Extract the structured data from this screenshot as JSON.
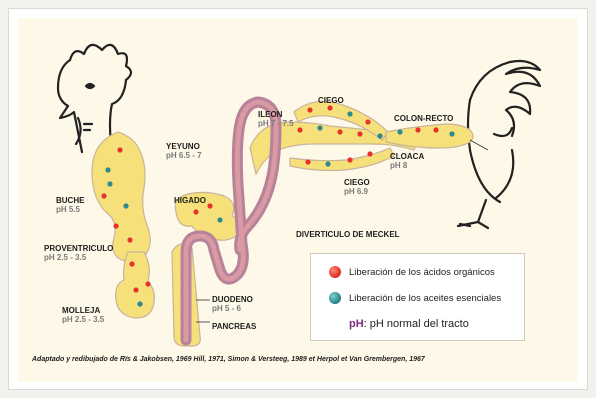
{
  "labels": {
    "buche": {
      "name": "BUCHE",
      "ph": "pH 5.5"
    },
    "proventriculo": {
      "name": "PROVENTRICULO",
      "ph": "pH 2.5 - 3.5"
    },
    "molleja": {
      "name": "MOLLEJA",
      "ph": "pH 2.5 - 3.5"
    },
    "higado": {
      "name": "HIGADO"
    },
    "yeyuno": {
      "name": "YEYUNO",
      "ph": "pH 6.5 - 7"
    },
    "ileon": {
      "name": "ILEON",
      "ph": "pH 7 - 7.5"
    },
    "ciego_top": {
      "name": "CIEGO"
    },
    "ciego_bottom": {
      "name": "CIEGO",
      "ph": "pH 6.9"
    },
    "colon_recto": {
      "name": "COLON-RECTO"
    },
    "cloaca": {
      "name": "CLOACA",
      "ph": "pH 8"
    },
    "diverticulo": {
      "name": "DIVERTICULO DE MECKEL"
    },
    "duodeno": {
      "name": "DUODENO",
      "ph": "pH 5 - 6"
    },
    "pancreas": {
      "name": "PANCREAS"
    }
  },
  "legend": {
    "organic_acids": "Liberación de los ácidos orgánicos",
    "essential_oils": "Liberación de los aceites esenciales",
    "ph_symbol": "pH",
    "ph_text": ": pH normal del tracto"
  },
  "source": "Adaptado y redibujado de Rïs & Jakobsen, 1969 Hill, 1971, Simon & Versteeg, 1989 et Herpol et Van Grembergen, 1967",
  "colors": {
    "panel": "#fdf8e7",
    "tract_fill": "#f6e07a",
    "tract_stroke": "#c9b49a",
    "acid_dot": "#e5342b",
    "oil_dot": "#2d8a8c",
    "ph_accent": "#7b2d7d"
  },
  "icons": [
    "rooster-head-outline",
    "rooster-tail-outline"
  ]
}
